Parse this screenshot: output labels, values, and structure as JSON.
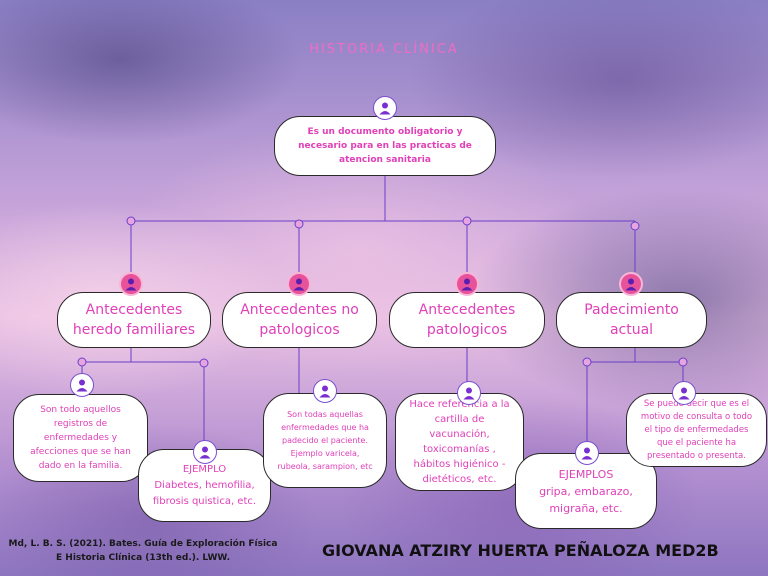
{
  "title": "HISTORIA CLÍNICA",
  "root": {
    "text": "Es un documento obligatorio y necesario para en las practicas de atencion sanitaria"
  },
  "categories": [
    {
      "label": "Antecedentes heredo familiares"
    },
    {
      "label": "Antecedentes no patologicos"
    },
    {
      "label": "Antecedentes patologicos"
    },
    {
      "label": "Padecimiento actual"
    }
  ],
  "leaves": [
    {
      "text": "Son todo aquellos registros de enfermedades y afecciones que se han dado en la familia."
    },
    {
      "heading": "EJEMPLO",
      "text": "Diabetes, hemofilia, fibrosis quistica, etc."
    },
    {
      "text": "Son todas aquellas enfermedades que ha padecido el paciente. Ejemplo varicela, rubeola, sarampion, etc"
    },
    {
      "text": "Hace referencia a la cartilla de vacunación, toxicomanías , hábitos higiénico - dietéticos, etc."
    },
    {
      "heading": "EJEMPLOS",
      "text": "gripa, embarazo, migraña, etc."
    },
    {
      "text": "Se puede decir que es el motivo de consulta o todo el tipo de enfermedades que el paciente ha presentado o presenta."
    }
  ],
  "icons": {
    "node": "person-icon"
  },
  "colors": {
    "accent_pink": "#e040b8",
    "line_purple": "#7a4fd0",
    "icon_pink": "#e8529a"
  },
  "reference": "Md, L. B. S. (2021). Bates. Guía de Exploración Física E Historia Clínica (13th ed.). LWW.",
  "author": "GIOVANA ATZIRY HUERTA PEÑALOZA MED2B"
}
